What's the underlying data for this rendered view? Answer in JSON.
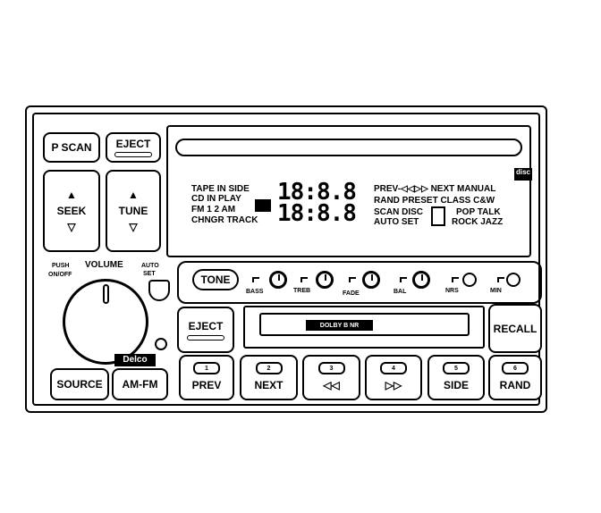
{
  "buttons": {
    "pscan": "P SCAN",
    "eject_top": "EJECT",
    "seek": "SEEK",
    "tune": "TUNE",
    "tone": "TONE",
    "eject_tape": "EJECT",
    "recall": "RECALL",
    "source": "SOURCE",
    "amfm": "AM-FM"
  },
  "volume": {
    "label": "VOLUME",
    "push": "PUSH",
    "onoff": "ON/OFF",
    "auto": "AUTO",
    "set": "SET"
  },
  "logo": "Delco",
  "disc_logo": "disc",
  "display": {
    "left": [
      "TAPE IN SIDE",
      "CD IN PLAY",
      "FM 1 2 AM",
      "CHNGR TRACK"
    ],
    "digits_top": "18:8.8",
    "digits_bottom": "18:8.8",
    "right1": "PREV",
    "right1b": "NEXT MANUAL",
    "right2": "RAND PRESET CLASS C&W",
    "right3a": "SCAN DISC",
    "right3b": "POP  TALK",
    "right4a": "AUTO SET",
    "right4b": "ROCK JAZZ"
  },
  "tone_controls": [
    "BASS",
    "TREB",
    "FADE",
    "BAL",
    "NRS",
    "MIN"
  ],
  "cassette": "DOLBY B NR",
  "presets": [
    {
      "n": "1",
      "label": "PREV"
    },
    {
      "n": "2",
      "label": "NEXT"
    },
    {
      "n": "3",
      "label": "◁◁"
    },
    {
      "n": "4",
      "label": "▷▷"
    },
    {
      "n": "5",
      "label": "SIDE"
    },
    {
      "n": "6",
      "label": "RAND"
    }
  ]
}
